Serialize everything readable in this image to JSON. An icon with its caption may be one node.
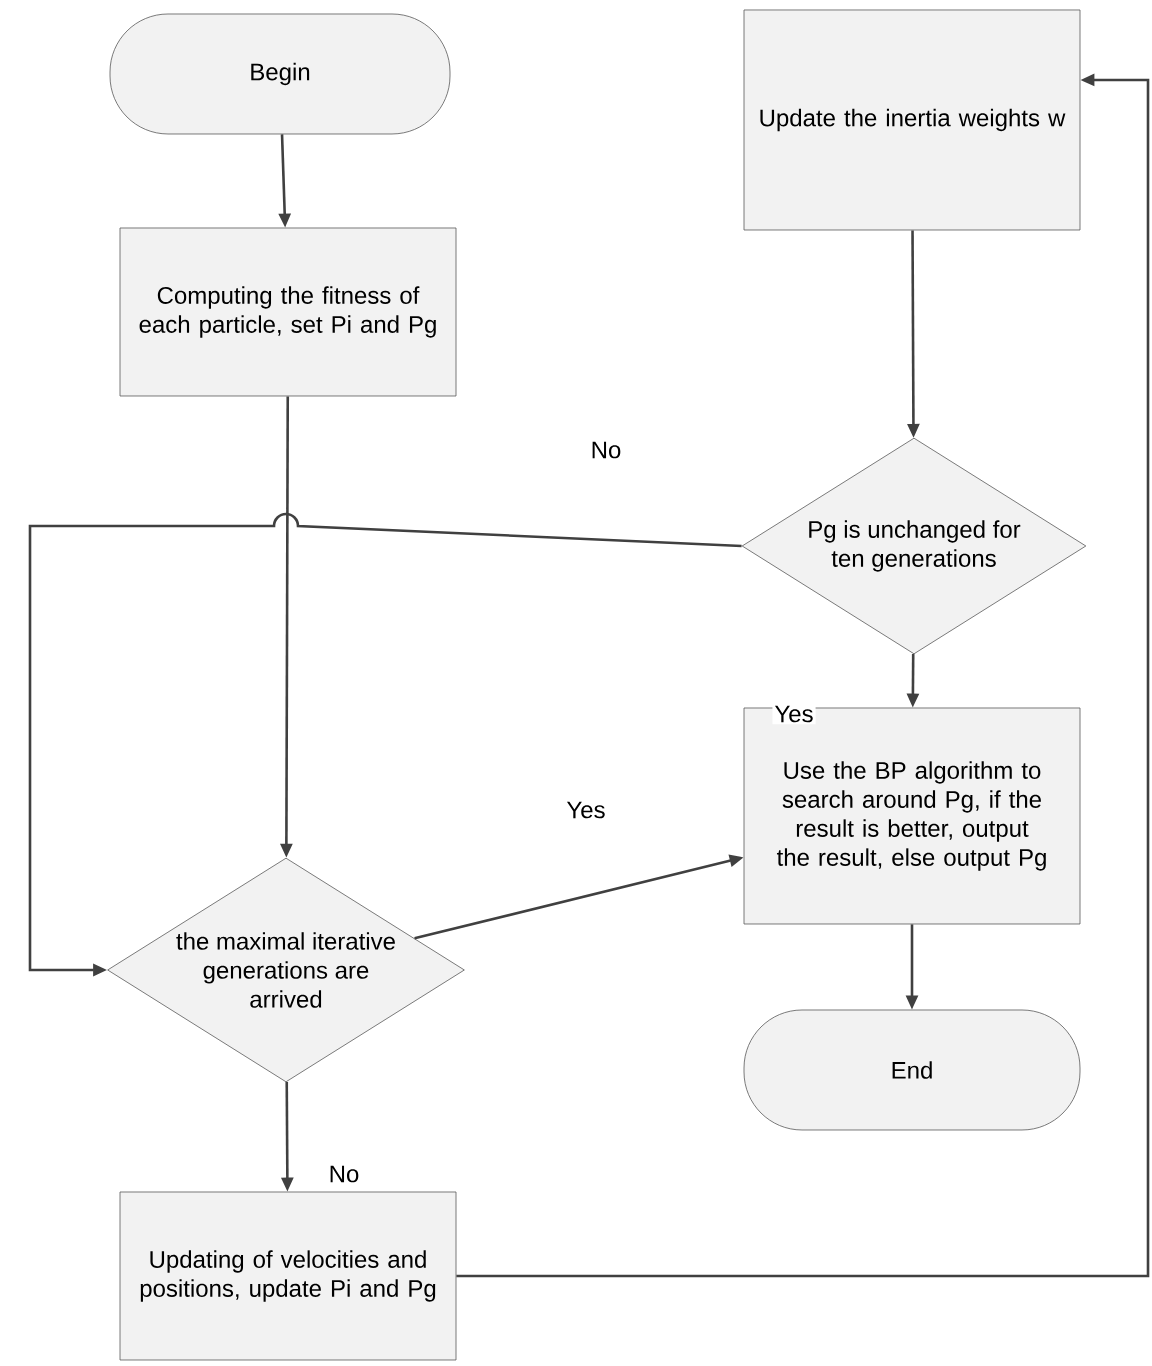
{
  "diagram": {
    "nodes": [
      {
        "text": [
          "Begin"
        ]
      },
      {
        "text": [
          "Update the inertia weights w"
        ]
      },
      {
        "text": [
          "Computing the fitness of each particle, set Pi and Pg"
        ]
      },
      {
        "text": [
          "Pg is unchanged for ten generations"
        ]
      },
      {
        "text": [
          "the maximal iterative generations are arrived"
        ]
      },
      {
        "text": [
          "Use the BP algorithm to search around Pg, if the result is better, output the result, else output Pg"
        ]
      },
      {
        "text": [
          "End"
        ]
      },
      {
        "text": [
          "Updating of velocities and positions, update Pi and Pg"
        ]
      }
    ],
    "edges": [
      {
        "from": 0,
        "to": 2,
        "arrow": "to"
      },
      {
        "from": 2,
        "to": 4,
        "arrow": "to"
      },
      {
        "from": 1,
        "to": 3,
        "arrow": "to"
      },
      {
        "from": 3,
        "to": 4,
        "arrow": "to",
        "label": "No"
      },
      {
        "from": 3,
        "to": 5,
        "arrow": "to",
        "label": "Yes"
      },
      {
        "from": 4,
        "to": 5,
        "arrow": "to",
        "label": "Yes"
      },
      {
        "from": 4,
        "to": 7,
        "arrow": "to",
        "label": "No"
      },
      {
        "from": 5,
        "to": 6,
        "arrow": "to"
      },
      {
        "from": 7,
        "to": 1,
        "arrow": "to"
      }
    ]
  }
}
